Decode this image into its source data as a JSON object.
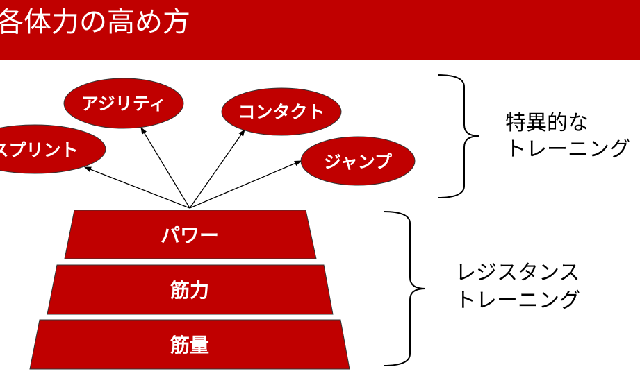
{
  "title": "各体力の高め方",
  "colors": {
    "accent": "#C00000"
  },
  "specific_skills": [
    {
      "label": "スプリント"
    },
    {
      "label": "アジリティ"
    },
    {
      "label": "コンタクト"
    },
    {
      "label": "ジャンプ"
    }
  ],
  "pyramid": [
    {
      "label": "パワー"
    },
    {
      "label": "筋力"
    },
    {
      "label": "筋量"
    }
  ],
  "groups": {
    "specific": {
      "line1": "特異的な",
      "line2": "トレーニング"
    },
    "resistance": {
      "line1": "レジスタンス",
      "line2": "トレーニング"
    }
  }
}
